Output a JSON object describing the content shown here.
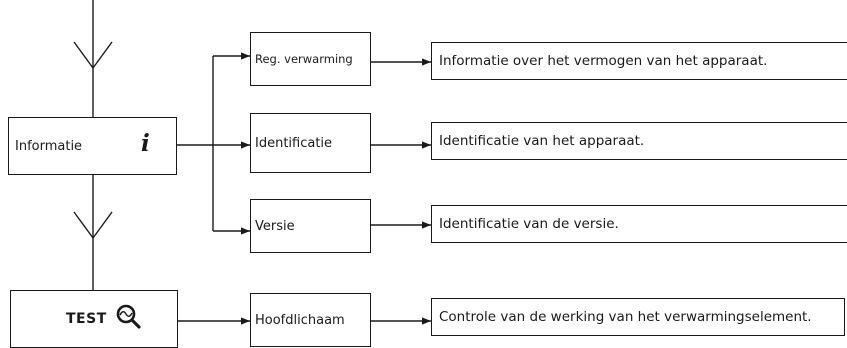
{
  "main_box": {
    "label": "Informatie",
    "icon": "info-italic-i-icon",
    "icon_glyph": "i"
  },
  "test_box": {
    "label": "TEST",
    "icon": "magnifier-icon"
  },
  "items": [
    {
      "label": "Reg. verwarming",
      "description": "Informatie over het vermogen van het apparaat."
    },
    {
      "label": "Identificatie",
      "description": "Identificatie van het apparaat."
    },
    {
      "label": "Versie",
      "description": "Identificatie van de versie."
    },
    {
      "label": "Hoofdlichaam",
      "description": "Controle van de werking van het verwarmingselement."
    }
  ]
}
